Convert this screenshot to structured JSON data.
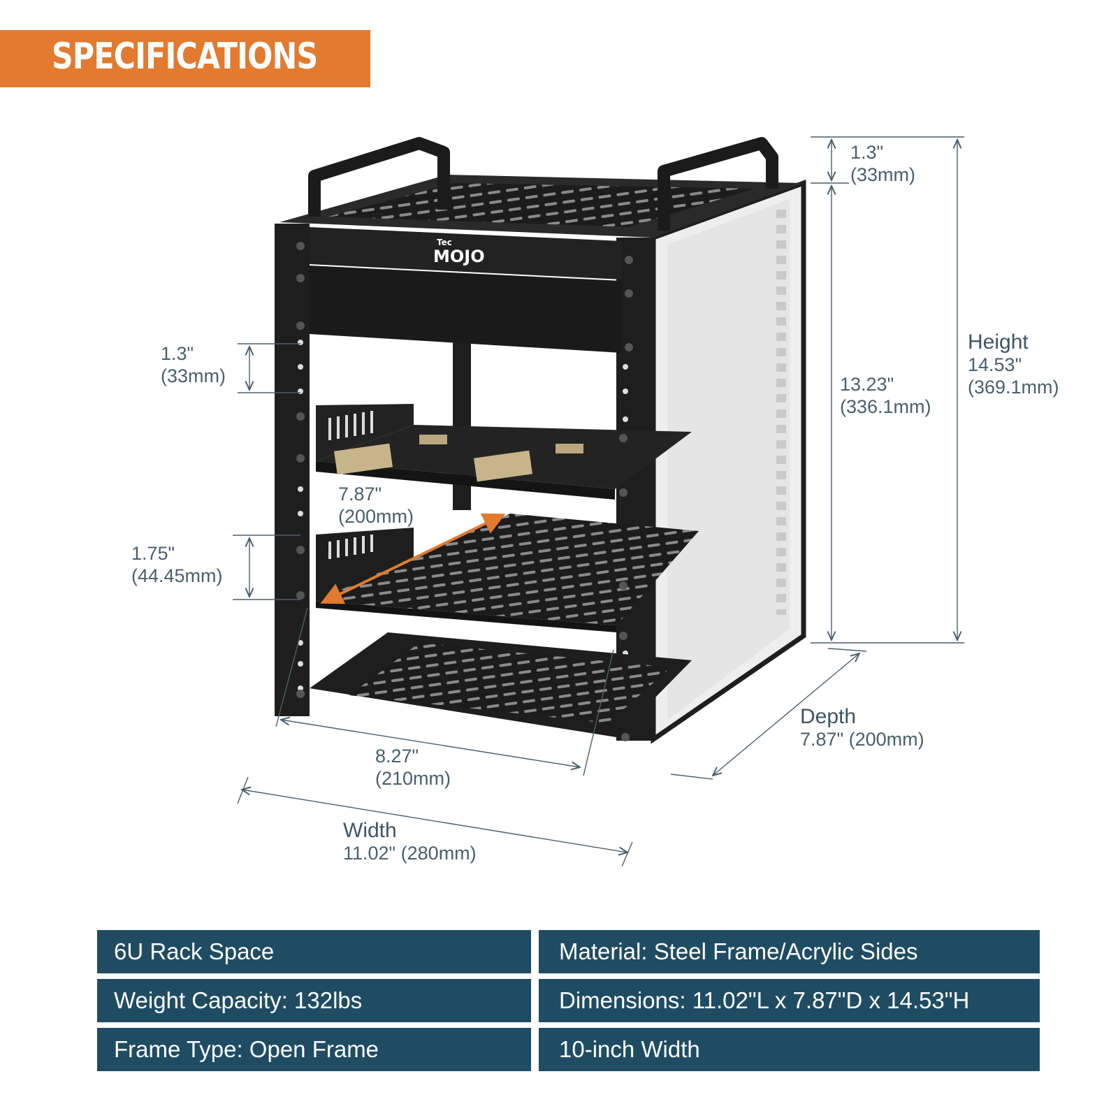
{
  "banner": {
    "title": "SPECIFICATIONS"
  },
  "logo": {
    "small": "Tec",
    "main": "MOJO"
  },
  "dimensions": {
    "top_handle": {
      "inch": "1.3\"",
      "mm": "(33mm)"
    },
    "inner_height": {
      "inch": "13.23\"",
      "mm": "(336.1mm)"
    },
    "height": {
      "label": "Height",
      "inch": "14.53\"",
      "mm": "(369.1mm)"
    },
    "rail_gap": {
      "inch": "1.3\"",
      "mm": "(33mm)"
    },
    "shelf_depth": {
      "inch": "7.87\"",
      "mm": "(200mm)"
    },
    "rack_unit": {
      "inch": "1.75\"",
      "mm": "(44.45mm)"
    },
    "inner_width": {
      "inch": "8.27\"",
      "mm": "(210mm)"
    },
    "depth": {
      "label": "Depth",
      "value": "7.87\" (200mm)"
    },
    "width": {
      "label": "Width",
      "value": "11.02\" (280mm)"
    }
  },
  "specs": [
    {
      "left": "6U Rack Space",
      "right": "Material: Steel Frame/Acrylic Sides"
    },
    {
      "left": "Weight Capacity: 132lbs",
      "right": "Dimensions: 11.02\"L x 7.87\"D x 14.53\"H"
    },
    {
      "left": "Frame Type: Open Frame",
      "right": "10-inch Width"
    }
  ],
  "colors": {
    "accent": "#e27a2f",
    "table_bg": "#1f4c63",
    "dimension_text": "#4a5f6b",
    "frame": "#1e1e1e"
  }
}
